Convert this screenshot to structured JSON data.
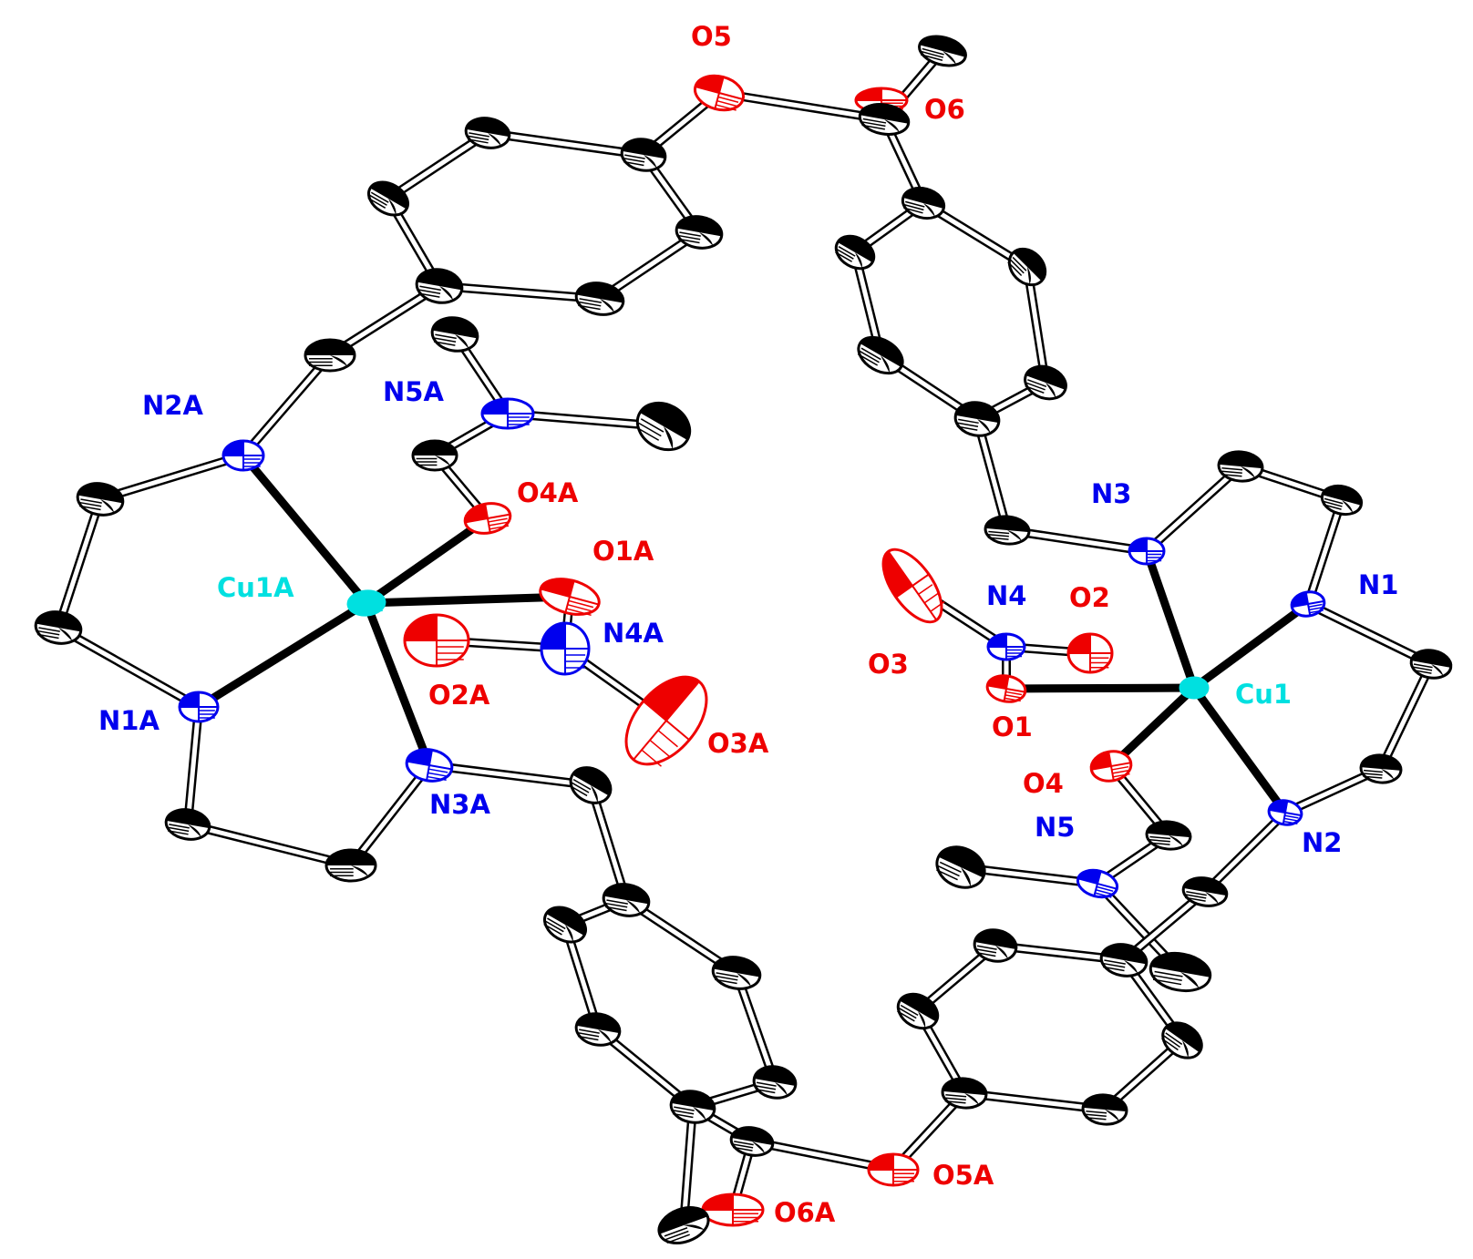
{
  "colors": {
    "background": "#ffffff",
    "bond": "#000000",
    "carbon": "#000000",
    "nitrogen": "#0000ee",
    "oxygen": "#ee0000",
    "copper": "#00e0e0"
  },
  "atoms": [
    {
      "id": "Cu1",
      "el": "Cu",
      "label": "Cu1"
    },
    {
      "id": "N1",
      "el": "N",
      "label": "N1"
    },
    {
      "id": "N2",
      "el": "N",
      "label": "N2"
    },
    {
      "id": "N3",
      "el": "N",
      "label": "N3"
    },
    {
      "id": "N4",
      "el": "N",
      "label": "N4"
    },
    {
      "id": "N5",
      "el": "N",
      "label": "N5"
    },
    {
      "id": "O1",
      "el": "O",
      "label": "O1"
    },
    {
      "id": "O2",
      "el": "O",
      "label": "O2"
    },
    {
      "id": "O3",
      "el": "O",
      "label": "O3"
    },
    {
      "id": "O4",
      "el": "O",
      "label": "O4"
    },
    {
      "id": "O5",
      "el": "O",
      "label": "O5"
    },
    {
      "id": "O6",
      "el": "O",
      "label": "O6"
    },
    {
      "id": "Cu1A",
      "el": "Cu",
      "label": "Cu1A"
    },
    {
      "id": "N1A",
      "el": "N",
      "label": "N1A"
    },
    {
      "id": "N2A",
      "el": "N",
      "label": "N2A"
    },
    {
      "id": "N3A",
      "el": "N",
      "label": "N3A"
    },
    {
      "id": "N4A",
      "el": "N",
      "label": "N4A"
    },
    {
      "id": "N5A",
      "el": "N",
      "label": "N5A"
    },
    {
      "id": "O1A",
      "el": "O",
      "label": "O1A"
    },
    {
      "id": "O2A",
      "el": "O",
      "label": "O2A"
    },
    {
      "id": "O3A",
      "el": "O",
      "label": "O3A"
    },
    {
      "id": "O4A",
      "el": "O",
      "label": "O4A"
    },
    {
      "id": "O5A",
      "el": "O",
      "label": "O5A"
    },
    {
      "id": "O6A",
      "el": "O",
      "label": "O6A"
    }
  ]
}
